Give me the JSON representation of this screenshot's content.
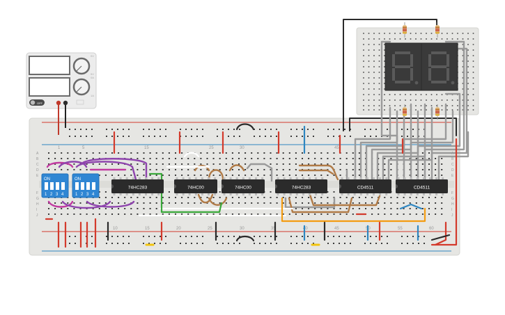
{
  "power_supply": {
    "off_label": "OFF",
    "knob_labels": [
      "0V",
      "5V",
      "0A",
      "1A"
    ]
  },
  "breadboard": {
    "column_labels_top": [
      "1",
      "5",
      "15",
      "25",
      "30",
      "45"
    ],
    "column_labels_bottom": [
      "10",
      "15",
      "20",
      "25",
      "30",
      "35",
      "40",
      "45",
      "50",
      "55",
      "60"
    ],
    "row_labels_left": [
      "J",
      "I",
      "H",
      "G",
      "F",
      "E",
      "D",
      "C",
      "B",
      "A"
    ],
    "row_labels_right": [
      "A",
      "B",
      "C",
      "D",
      "E",
      "F",
      "G",
      "H",
      "I",
      "J"
    ]
  },
  "dip_switches": [
    {
      "on_label": "ON",
      "numbers": [
        "1",
        "2",
        "3",
        "4"
      ]
    },
    {
      "on_label": "ON",
      "numbers": [
        "1",
        "2",
        "3",
        "4"
      ]
    }
  ],
  "chips": [
    {
      "label": "74HC283"
    },
    {
      "label": "74HC00"
    },
    {
      "label": "74HC00"
    },
    {
      "label": "74HC283"
    },
    {
      "label": "CD4511"
    },
    {
      "label": "CD4511"
    }
  ],
  "display": {
    "digits": [
      "8.",
      "8."
    ]
  },
  "colors": {
    "breadboard": "#e9e9e6",
    "rail_red": "#d33a2c",
    "rail_blue": "#2e86c1",
    "chip": "#2b2b2b",
    "dip_switch": "#2f86d3",
    "wire_gray": "#9a9a9a",
    "wire_brown": "#b07a46",
    "wire_purple": "#8e44ad",
    "wire_magenta": "#c13aa0",
    "wire_green": "#3aa83a",
    "wire_orange": "#f39c12",
    "display_body": "#3a3a3a",
    "segment_off": "#5a5a5a"
  }
}
